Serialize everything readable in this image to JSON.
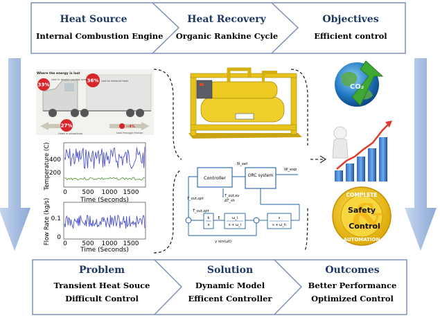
{
  "top": [
    {
      "title": "Heat Source",
      "subtitle": "Internal Combustion Engine"
    },
    {
      "title": "Heat Recovery",
      "subtitle": "Organic Rankine Cycle"
    },
    {
      "title": "Objectives",
      "subtitle": "Efficient control"
    }
  ],
  "bottom": [
    {
      "title": "Problem",
      "line1": "Transient Heat Souce",
      "line2": "Difficult Control"
    },
    {
      "title": "Solution",
      "line1": "Dynamic Model",
      "line2": "Efficent Controller"
    },
    {
      "title": "Outcomes",
      "line1": "Better  Performance",
      "line2": "Optimized  Control"
    }
  ],
  "truck": {
    "heading": "Where the energy is lost",
    "p33": "33%",
    "p33_text": "Lost in engine cooling system",
    "p36": "36%",
    "p36_text": "Lost to exhaust heat",
    "p27": "27%",
    "p27_text": "Used in propulsion",
    "p4": "~4%",
    "p4_text": "Lost through friction"
  },
  "temp_plot": {
    "ylabel": "Temperature (C)",
    "xlabel": "Time (Seconds)",
    "yticks": [
      "400",
      "200"
    ],
    "xticks": [
      "0",
      "500",
      "1000",
      "1500"
    ]
  },
  "flow_plot": {
    "ylabel": "Flow Rate (kg/s)",
    "xlabel": "Time (Seconds)",
    "yticks": [
      "0.1",
      "0"
    ],
    "xticks": [
      "0",
      "500",
      "1000",
      "1500"
    ]
  },
  "control": {
    "controller": "Controller",
    "orc": "ORC system",
    "n_set": "N_set",
    "w_exp": "W_exp",
    "t_out_opt": "T_out,opt",
    "t_out_ev": "T_out,ev",
    "dt_sh": "ΔT_sh",
    "that_out_opt": "T̂_out,opt",
    "k": "k",
    "s1": "s",
    "xi": "ξ",
    "wl": "ω_l",
    "s_wl": "s + ω_l",
    "s_top": "s",
    "s_wh": "s + ω_h",
    "sine": "γ sin(ωt)"
  },
  "badges": {
    "co2": "CO₂",
    "safety": "Safety",
    "and": "&",
    "control": "Control",
    "complete": "COMPLETE",
    "automation": "AUTOMATION"
  },
  "colors": {
    "frame_border": "#7b90b8",
    "title_blue": "#1f3864",
    "side_arrow": "#9fb6dc",
    "plot_line": "#4a52c9",
    "plot_line2": "#5a9a3a",
    "engine_yellow": "#e6c21a",
    "badge_yellow": "#f2c400"
  }
}
